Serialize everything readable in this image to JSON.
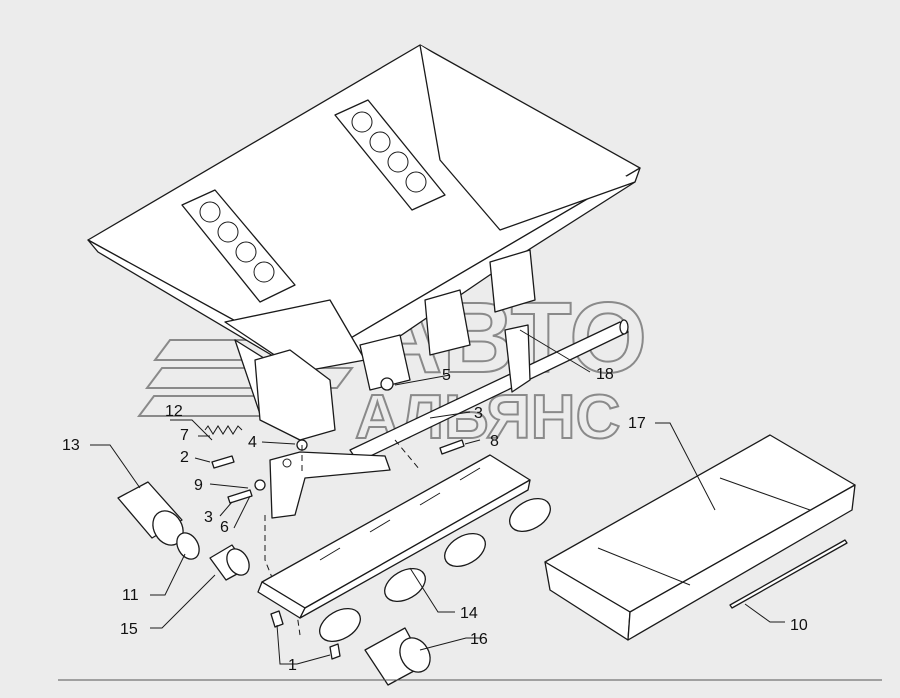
{
  "watermark": {
    "line1": "АВТО",
    "line2": "АЛЬЯНС"
  },
  "callouts": [
    {
      "id": "c1",
      "label": "1"
    },
    {
      "id": "c2",
      "label": "2"
    },
    {
      "id": "c3a",
      "label": "3"
    },
    {
      "id": "c3b",
      "label": "3"
    },
    {
      "id": "c4",
      "label": "4"
    },
    {
      "id": "c5",
      "label": "5"
    },
    {
      "id": "c6",
      "label": "6"
    },
    {
      "id": "c7",
      "label": "7"
    },
    {
      "id": "c8",
      "label": "8"
    },
    {
      "id": "c9",
      "label": "9"
    },
    {
      "id": "c10",
      "label": "10"
    },
    {
      "id": "c11",
      "label": "11"
    },
    {
      "id": "c12",
      "label": "12"
    },
    {
      "id": "c13",
      "label": "13"
    },
    {
      "id": "c14",
      "label": "14"
    },
    {
      "id": "c15",
      "label": "15"
    },
    {
      "id": "c16",
      "label": "16"
    },
    {
      "id": "c17",
      "label": "17"
    },
    {
      "id": "c18",
      "label": "18"
    }
  ]
}
